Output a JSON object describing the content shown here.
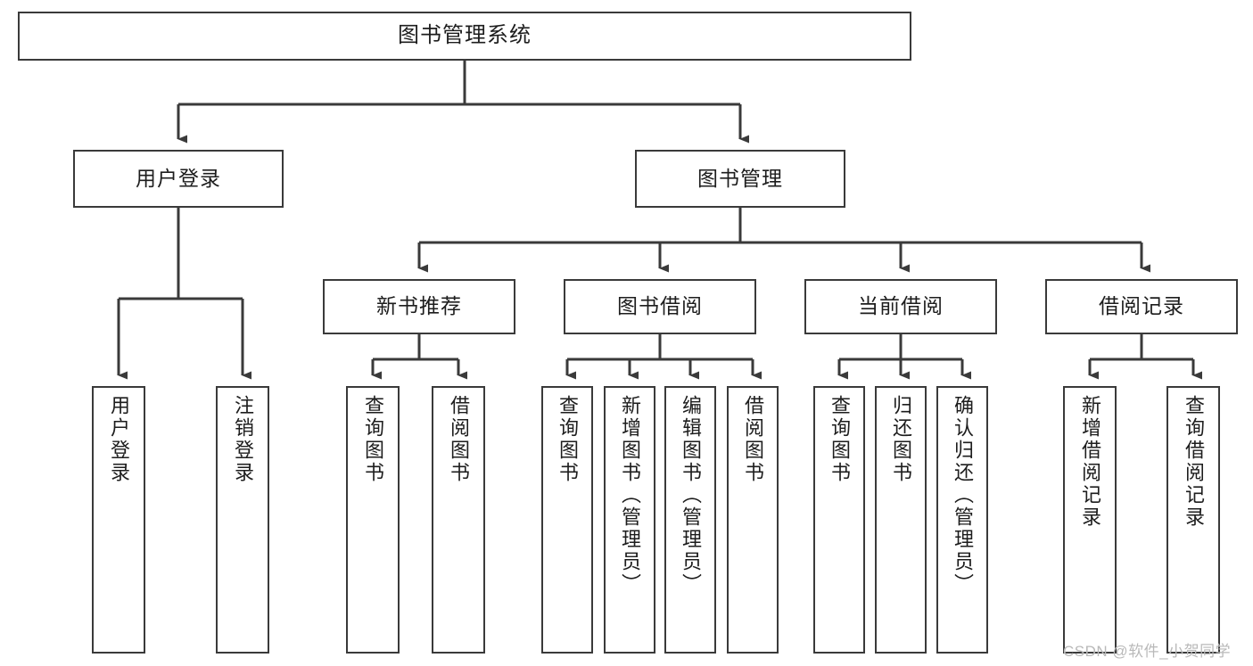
{
  "diagram": {
    "title": "图书管理系统",
    "type": "tree-hierarchy",
    "stroke_color": "#3a3a3a",
    "fill_color": "#ffffff",
    "text_color": "#1d1d1d"
  },
  "root": {
    "label": "图书管理系统"
  },
  "level2": [
    {
      "label": "用户登录"
    },
    {
      "label": "图书管理"
    }
  ],
  "level3": [
    {
      "label": "新书推荐"
    },
    {
      "label": "图书借阅"
    },
    {
      "label": "当前借阅"
    },
    {
      "label": "借阅记录"
    }
  ],
  "leaves": {
    "user_login": [
      {
        "label": "用户登录"
      },
      {
        "label": "注销登录"
      }
    ],
    "new_book_recommend": [
      {
        "label": "查询图书"
      },
      {
        "label": "借阅图书"
      }
    ],
    "book_borrow": [
      {
        "label": "查询图书"
      },
      {
        "label": "新增图书（管理员）"
      },
      {
        "label": "编辑图书（管理员）"
      },
      {
        "label": "借阅图书"
      }
    ],
    "current_borrow": [
      {
        "label": "查询图书"
      },
      {
        "label": "归还图书"
      },
      {
        "label": "确认归还（管理员）"
      }
    ],
    "borrow_records": [
      {
        "label": "新增借阅记录"
      },
      {
        "label": "查询借阅记录"
      }
    ]
  },
  "watermark": {
    "text": "CSDN @软件_小贺同学"
  }
}
